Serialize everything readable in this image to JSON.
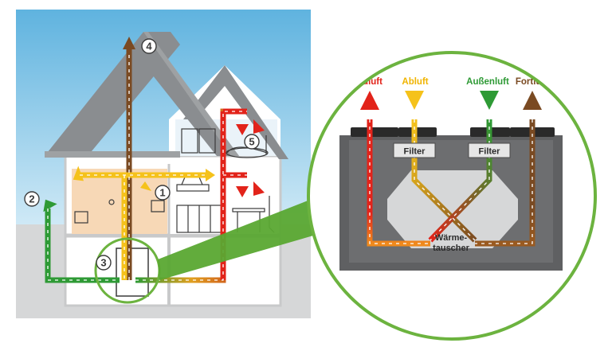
{
  "numbers": {
    "n1": "1",
    "n2": "2",
    "n3": "3",
    "n4": "4",
    "n5": "5"
  },
  "labels": {
    "zuluft": "Zuluft",
    "abluft": "Abluft",
    "aussenluft": "Außenluft",
    "fortluft": "Fortluft",
    "filter_left": "Filter",
    "filter_right": "Filter",
    "exchanger_line1": "Wärme-",
    "exchanger_line2": "tauscher"
  },
  "colors": {
    "supply": "#e2231a",
    "extract": "#f5c21b",
    "outdoor": "#2e9a35",
    "exhaust": "#7a4a22",
    "ring": "#6cb33f",
    "sky": "#9fd0ea",
    "roof": "#8a8d90",
    "unit_body": "#5f6062"
  },
  "icons": {
    "arrow_up": "arrow-up-icon",
    "arrow_down": "arrow-down-icon",
    "magnifier": "magnifier-callout-icon"
  }
}
